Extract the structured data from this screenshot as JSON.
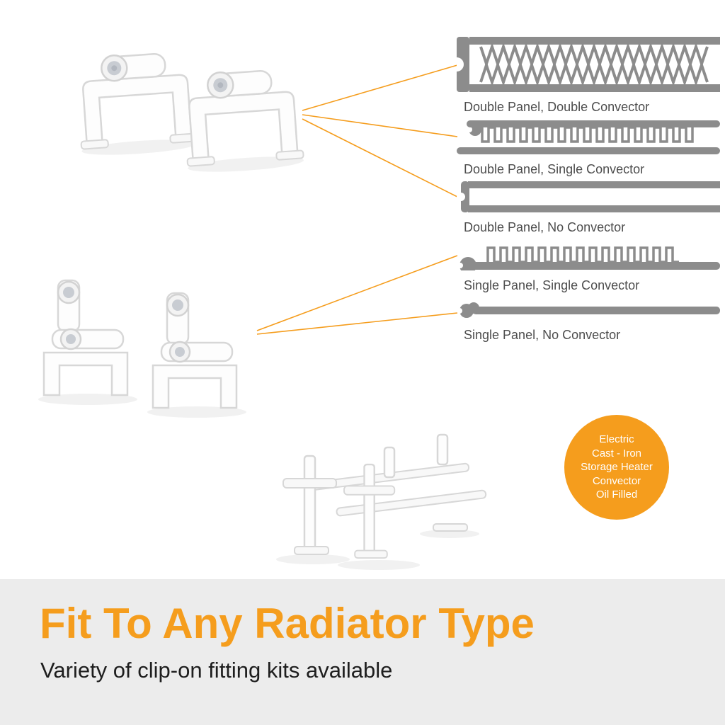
{
  "radiator_types": [
    {
      "label": "Double Panel, Double Convector",
      "panels": "double",
      "convectors": "double"
    },
    {
      "label": "Double Panel, Single Convector",
      "panels": "double",
      "convectors": "single"
    },
    {
      "label": "Double Panel, No Convector",
      "panels": "double",
      "convectors": "none"
    },
    {
      "label": "Single Panel, Single Convector",
      "panels": "single",
      "convectors": "single"
    },
    {
      "label": "Single Panel, No Convector",
      "panels": "single",
      "convectors": "none"
    }
  ],
  "badge": {
    "lines": [
      "Electric",
      "Cast - Iron",
      "Storage Heater",
      "Convector",
      "Oil Filled"
    ]
  },
  "footer": {
    "title": "Fit To Any Radiator Type",
    "subtitle": "Variety of clip-on fitting kits available"
  },
  "colors": {
    "accent": "#F59D1D",
    "diagram_gray": "#8C8C8C",
    "label_gray": "#4D4D4D",
    "footer_bg": "#ECECEC",
    "subtitle_color": "#1E1E1E"
  }
}
